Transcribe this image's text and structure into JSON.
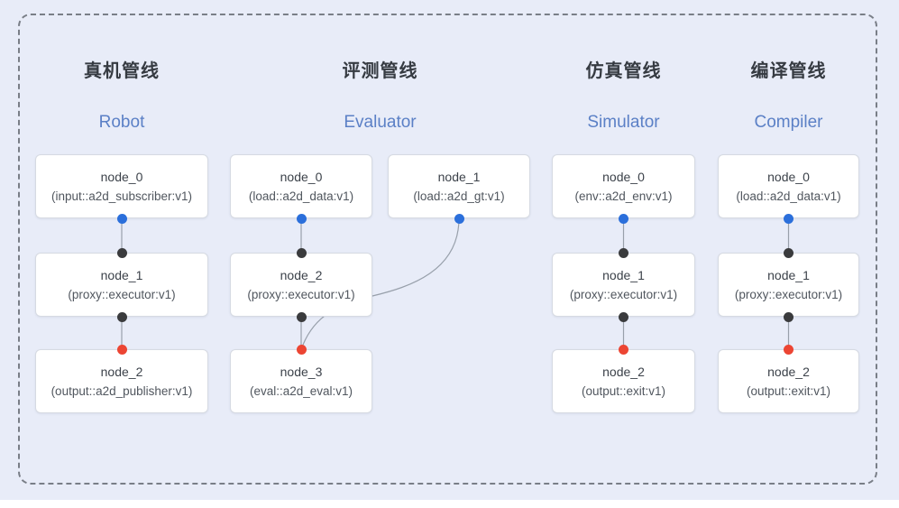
{
  "diagram": {
    "background_color": "#e8ecf8",
    "frame_border_color": "#797e87",
    "colors": {
      "output_port": "#2b6fdb",
      "intermediate_port": "#3a3b3d",
      "final_input_port": "#ec4533",
      "edge_line": "#98a0ab",
      "title_zh": "#363b42",
      "title_en": "#5b80c6",
      "node_background": "#ffffff",
      "node_border": "#d6dae2"
    },
    "pipelines": [
      {
        "title_zh": "真机管线",
        "title_en": "Robot",
        "nodes": [
          {
            "name": "node_0",
            "type": "(input::a2d_subscriber:v1)",
            "out_port": "blue"
          },
          {
            "name": "node_1",
            "type": "(proxy::executor:v1)",
            "in_port": "dark",
            "out_port": "dark"
          },
          {
            "name": "node_2",
            "type": "(output::a2d_publisher:v1)",
            "in_port": "red"
          }
        ]
      },
      {
        "title_zh": "评测管线",
        "title_en": "Evaluator",
        "nodes": [
          {
            "name": "node_0",
            "type": "(load::a2d_data:v1)",
            "out_port": "blue"
          },
          {
            "name": "node_1",
            "type": "(load::a2d_gt:v1)",
            "out_port": "blue"
          },
          {
            "name": "node_2",
            "type": "(proxy::executor:v1)",
            "in_port": "dark",
            "out_port": "dark"
          },
          {
            "name": "node_3",
            "type": "(eval::a2d_eval:v1)",
            "in_port": "red"
          }
        ]
      },
      {
        "title_zh": "仿真管线",
        "title_en": "Simulator",
        "nodes": [
          {
            "name": "node_0",
            "type": "(env::a2d_env:v1)",
            "out_port": "blue"
          },
          {
            "name": "node_1",
            "type": "(proxy::executor:v1)",
            "in_port": "dark",
            "out_port": "dark"
          },
          {
            "name": "node_2",
            "type": "(output::exit:v1)",
            "in_port": "red"
          }
        ]
      },
      {
        "title_zh": "编译管线",
        "title_en": "Compiler",
        "nodes": [
          {
            "name": "node_0",
            "type": "(load::a2d_data:v1)",
            "out_port": "blue"
          },
          {
            "name": "node_1",
            "type": "(proxy::executor:v1)",
            "in_port": "dark",
            "out_port": "dark"
          },
          {
            "name": "node_2",
            "type": "(output::exit:v1)",
            "in_port": "red"
          }
        ]
      }
    ],
    "edges": [
      {
        "pipeline": "Robot",
        "from": "node_0",
        "to": "node_1",
        "style": "straight"
      },
      {
        "pipeline": "Robot",
        "from": "node_1",
        "to": "node_2",
        "style": "straight"
      },
      {
        "pipeline": "Evaluator",
        "from": "node_0",
        "to": "node_2",
        "style": "straight"
      },
      {
        "pipeline": "Evaluator",
        "from": "node_1",
        "to": "node_3",
        "style": "curved"
      },
      {
        "pipeline": "Evaluator",
        "from": "node_2",
        "to": "node_3",
        "style": "straight"
      },
      {
        "pipeline": "Simulator",
        "from": "node_0",
        "to": "node_1",
        "style": "straight"
      },
      {
        "pipeline": "Simulator",
        "from": "node_1",
        "to": "node_2",
        "style": "straight"
      },
      {
        "pipeline": "Compiler",
        "from": "node_0",
        "to": "node_1",
        "style": "straight"
      },
      {
        "pipeline": "Compiler",
        "from": "node_1",
        "to": "node_2",
        "style": "straight"
      }
    ]
  }
}
